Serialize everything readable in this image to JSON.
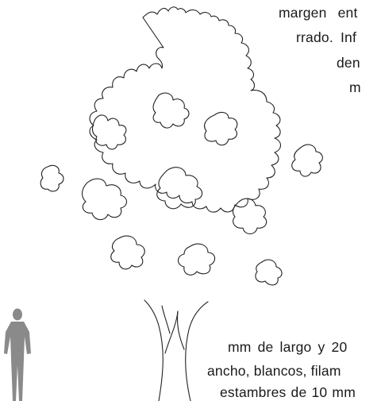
{
  "document": {
    "text_lines": [
      "margen ent",
      "rrado. Inf",
      "den",
      "m",
      "mm de largo y 20",
      "ancho, blancos, filam",
      "estambres de 10 mm"
    ]
  },
  "figure": {
    "tree_outline_color": "#222222",
    "silhouette_color": "#8a8a8a"
  }
}
